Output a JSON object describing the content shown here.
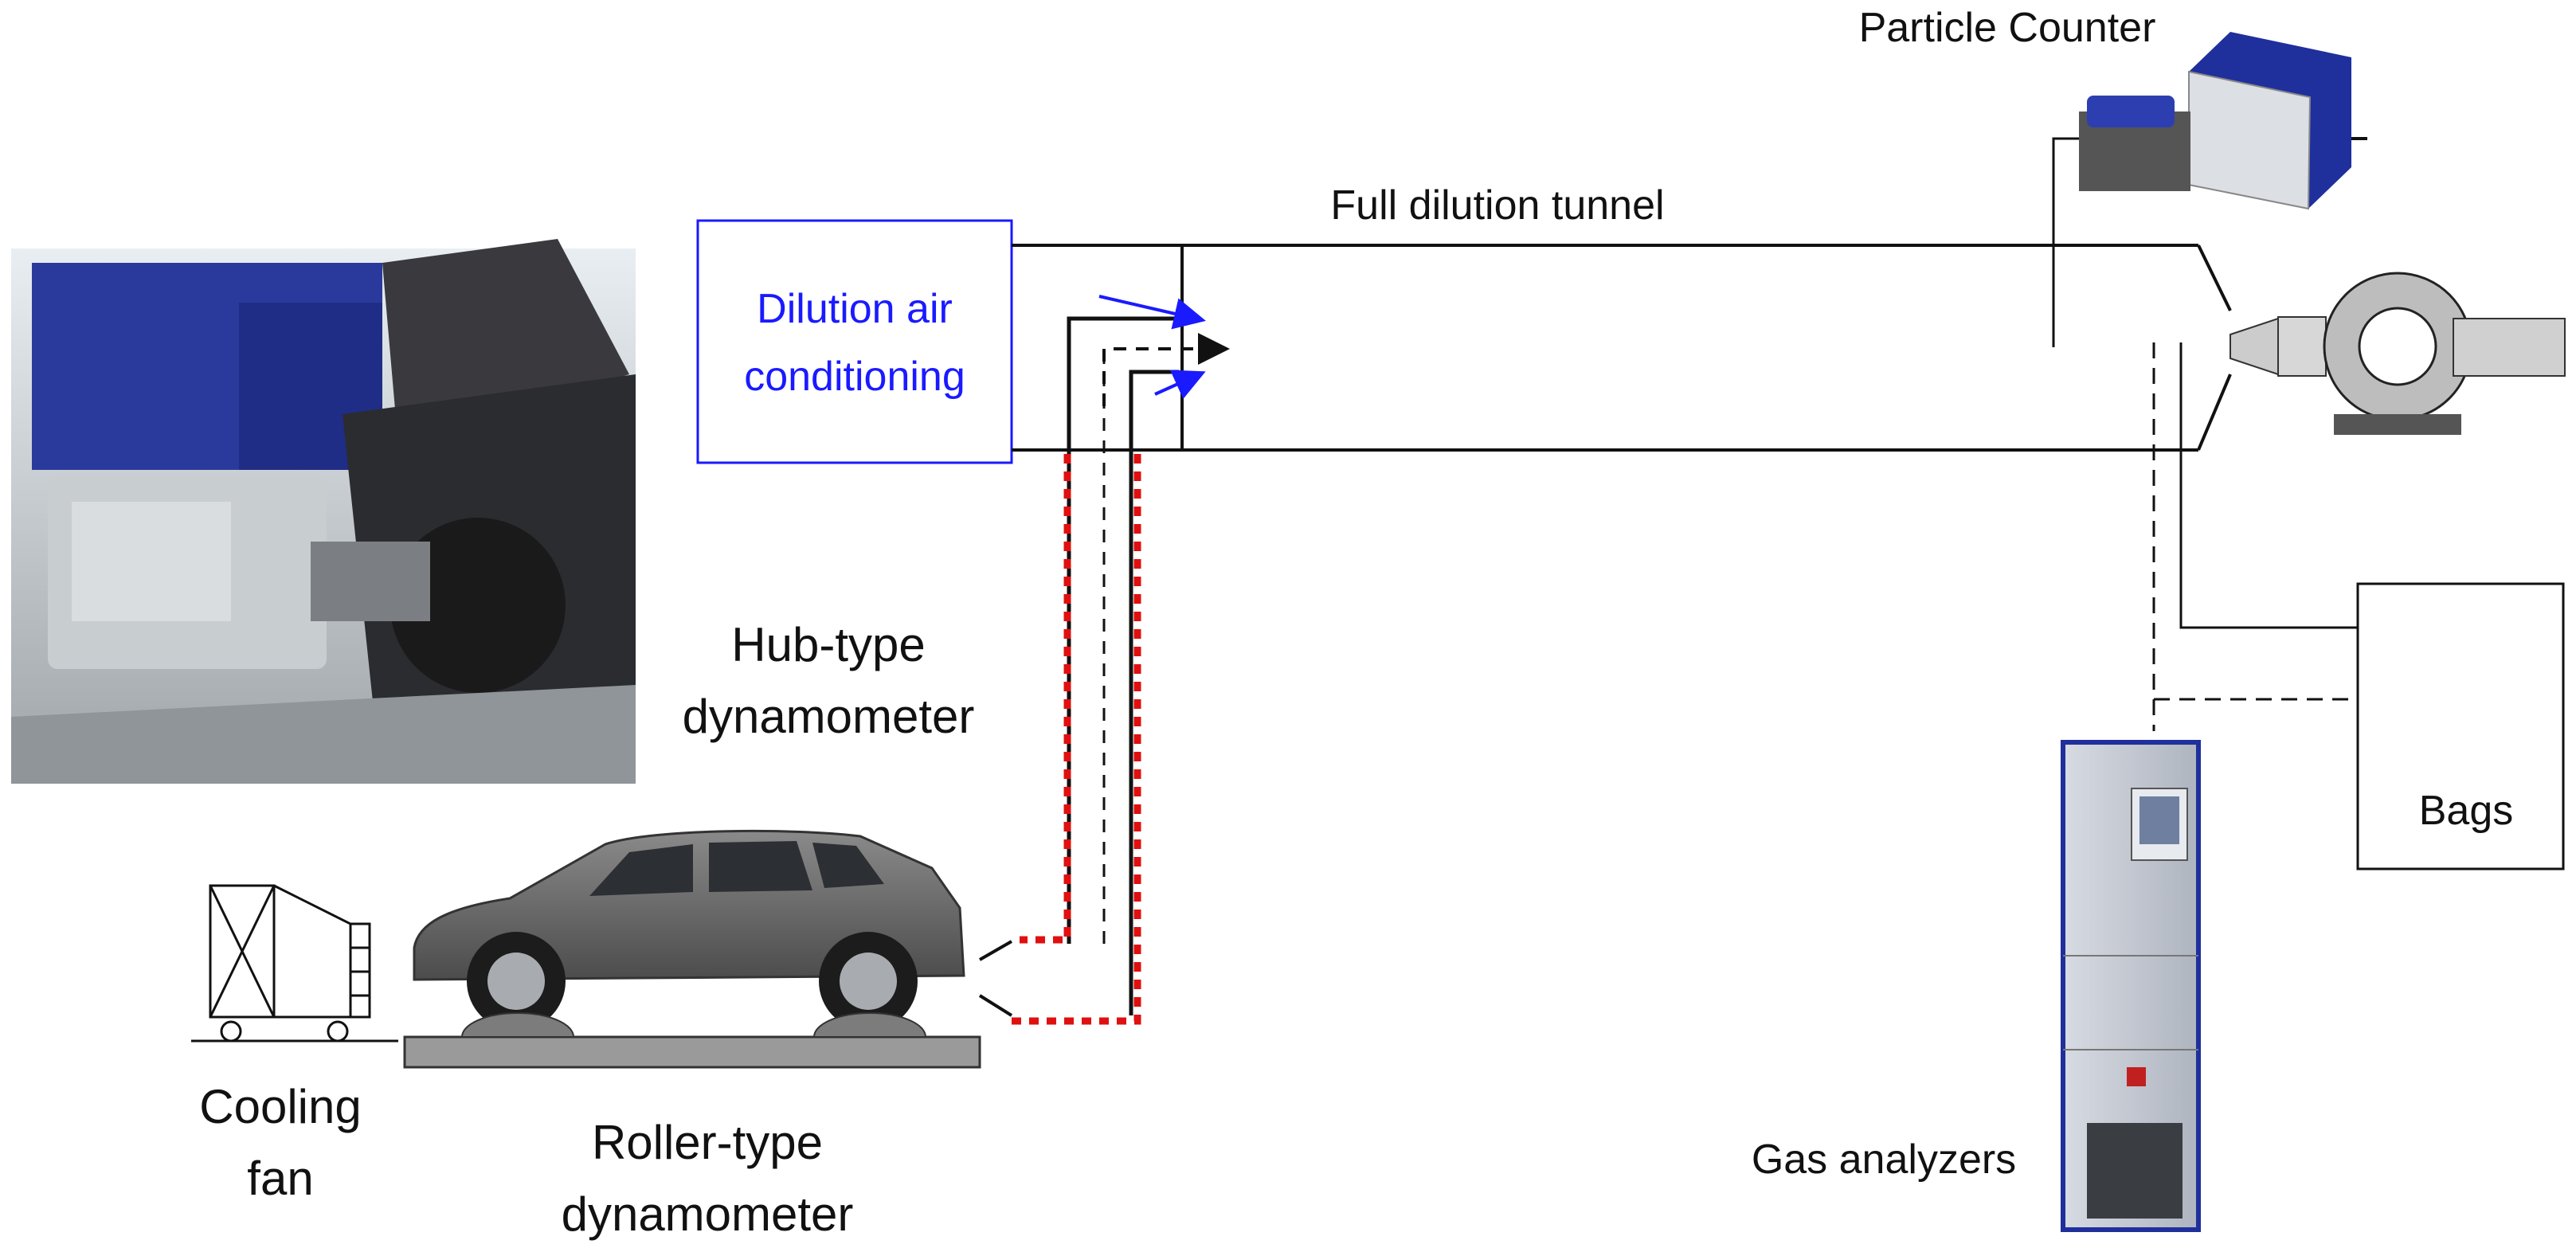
{
  "labels": {
    "particle_counter": "Particle Counter",
    "full_dilution_tunnel": "Full dilution tunnel",
    "dilution_air_line1": "Dilution air",
    "dilution_air_line2": "conditioning",
    "hub_type_line1": "Hub-type",
    "hub_type_line2": "dynamometer",
    "cooling_fan_line1": "Cooling",
    "cooling_fan_line2": "fan",
    "roller_type_line1": "Roller-type",
    "roller_type_line2": "dynamometer",
    "gas_analyzers": "Gas analyzers",
    "bags": "Bags"
  },
  "colors": {
    "line": "#111111",
    "dilution_box": "#1a1aff",
    "heated_line": "#e01010",
    "equipment_blue": "#1f2f9c",
    "car_body": "#6b6b6b"
  },
  "icons": {
    "photo": "hub-dynamometer-photo",
    "particle_counter": "particle-counter-icon",
    "blower": "blower-pump-icon",
    "vehicle": "car-icon",
    "fan": "cooling-fan-icon",
    "analyzer": "gas-analyzer-cabinet-icon"
  }
}
